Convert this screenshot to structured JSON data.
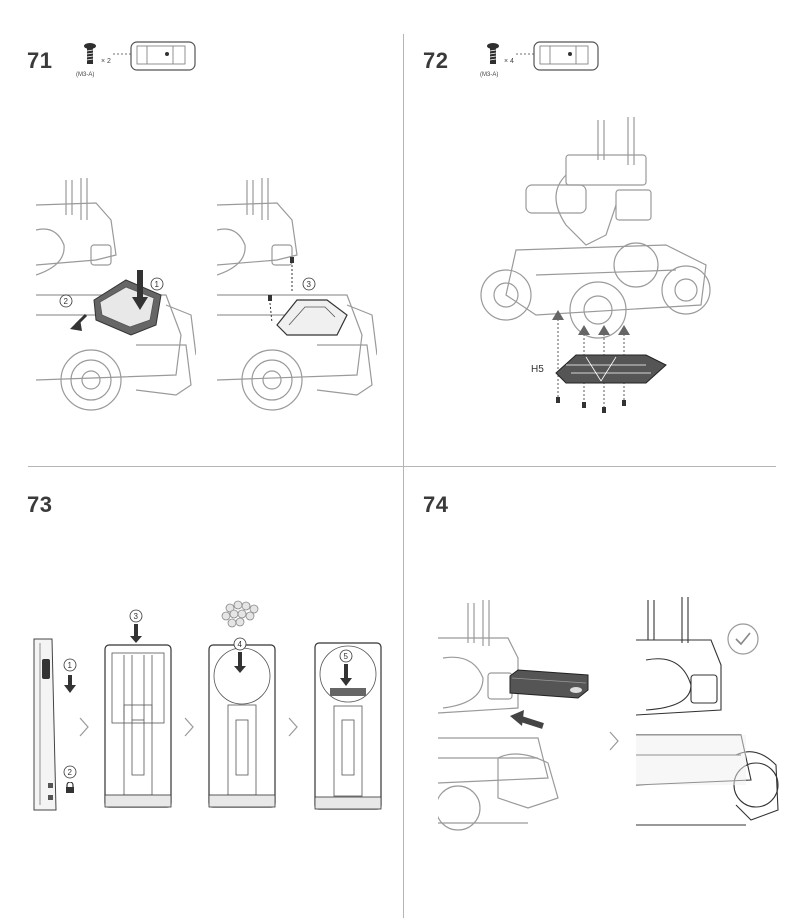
{
  "steps": [
    {
      "number": "71",
      "screw_qty": "× 2",
      "screw_code": "(M3-A)"
    },
    {
      "number": "72",
      "screw_qty": "× 4",
      "screw_code": "(M3-A)",
      "part_label": "H5"
    },
    {
      "number": "73"
    },
    {
      "number": "74"
    }
  ],
  "callouts": [
    "1",
    "2",
    "3",
    "4",
    "5"
  ],
  "icons": {
    "screw": "screw-icon",
    "part_template": "part-template-icon",
    "next": "chevron-right-icon",
    "done": "check-circle-icon",
    "lock": "lock-icon"
  },
  "colors": {
    "line": "#444444",
    "light_line": "#9a9a9a",
    "fill": "#f4f4f4",
    "dark": "#2f2f2f",
    "divider": "#b5b5b5"
  }
}
